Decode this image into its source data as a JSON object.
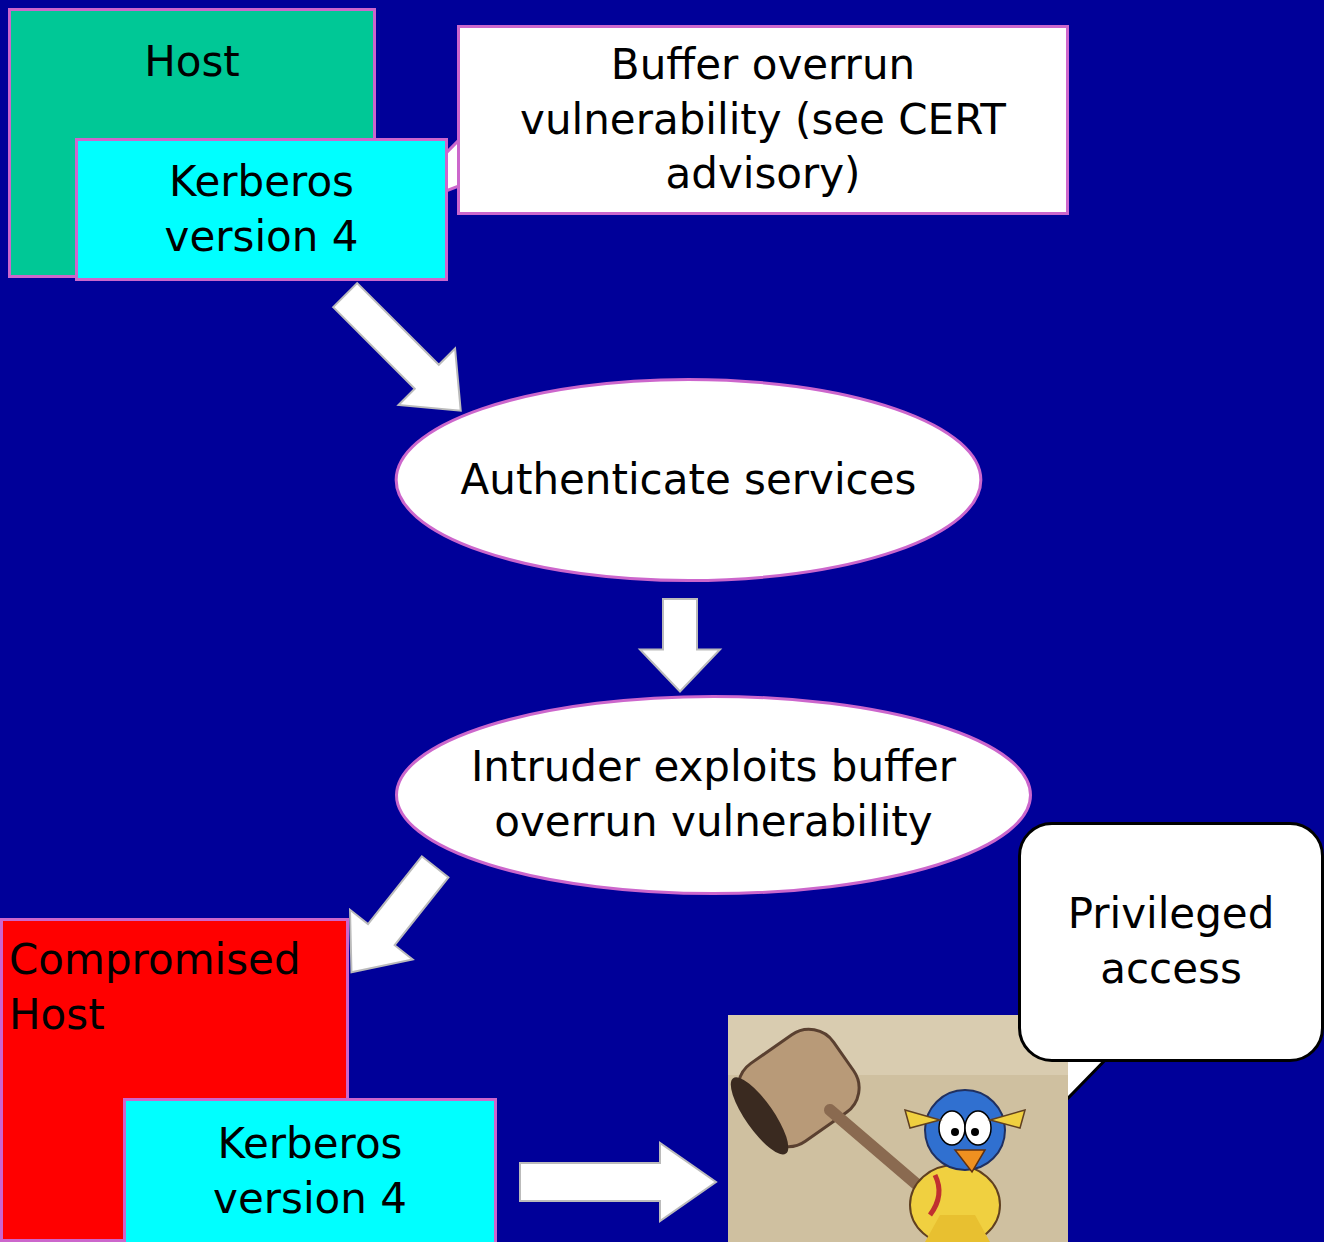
{
  "diagram": {
    "nodes": [
      {
        "text": [
          "Host"
        ]
      },
      {
        "text": [
          "Kerberos version 4"
        ],
        "in": 0
      },
      {
        "text": [
          "Buffer overrun vulnerability (see CERT advisory)"
        ]
      },
      {
        "text": [
          "Authenticate services"
        ]
      },
      {
        "text": [
          "Intruder exploits buffer overrun vulnerability"
        ]
      },
      {
        "text": [
          "Compromised Host"
        ]
      },
      {
        "text": [
          "Kerberos version 4"
        ],
        "in": 5
      },
      {
        "text": [
          "Privileged access"
        ]
      }
    ],
    "edges": [
      {
        "from": 1,
        "to": 3,
        "arrow": "to"
      },
      {
        "from": 3,
        "to": 4,
        "arrow": "to"
      },
      {
        "from": 4,
        "to": 5,
        "arrow": "to"
      }
    ]
  }
}
